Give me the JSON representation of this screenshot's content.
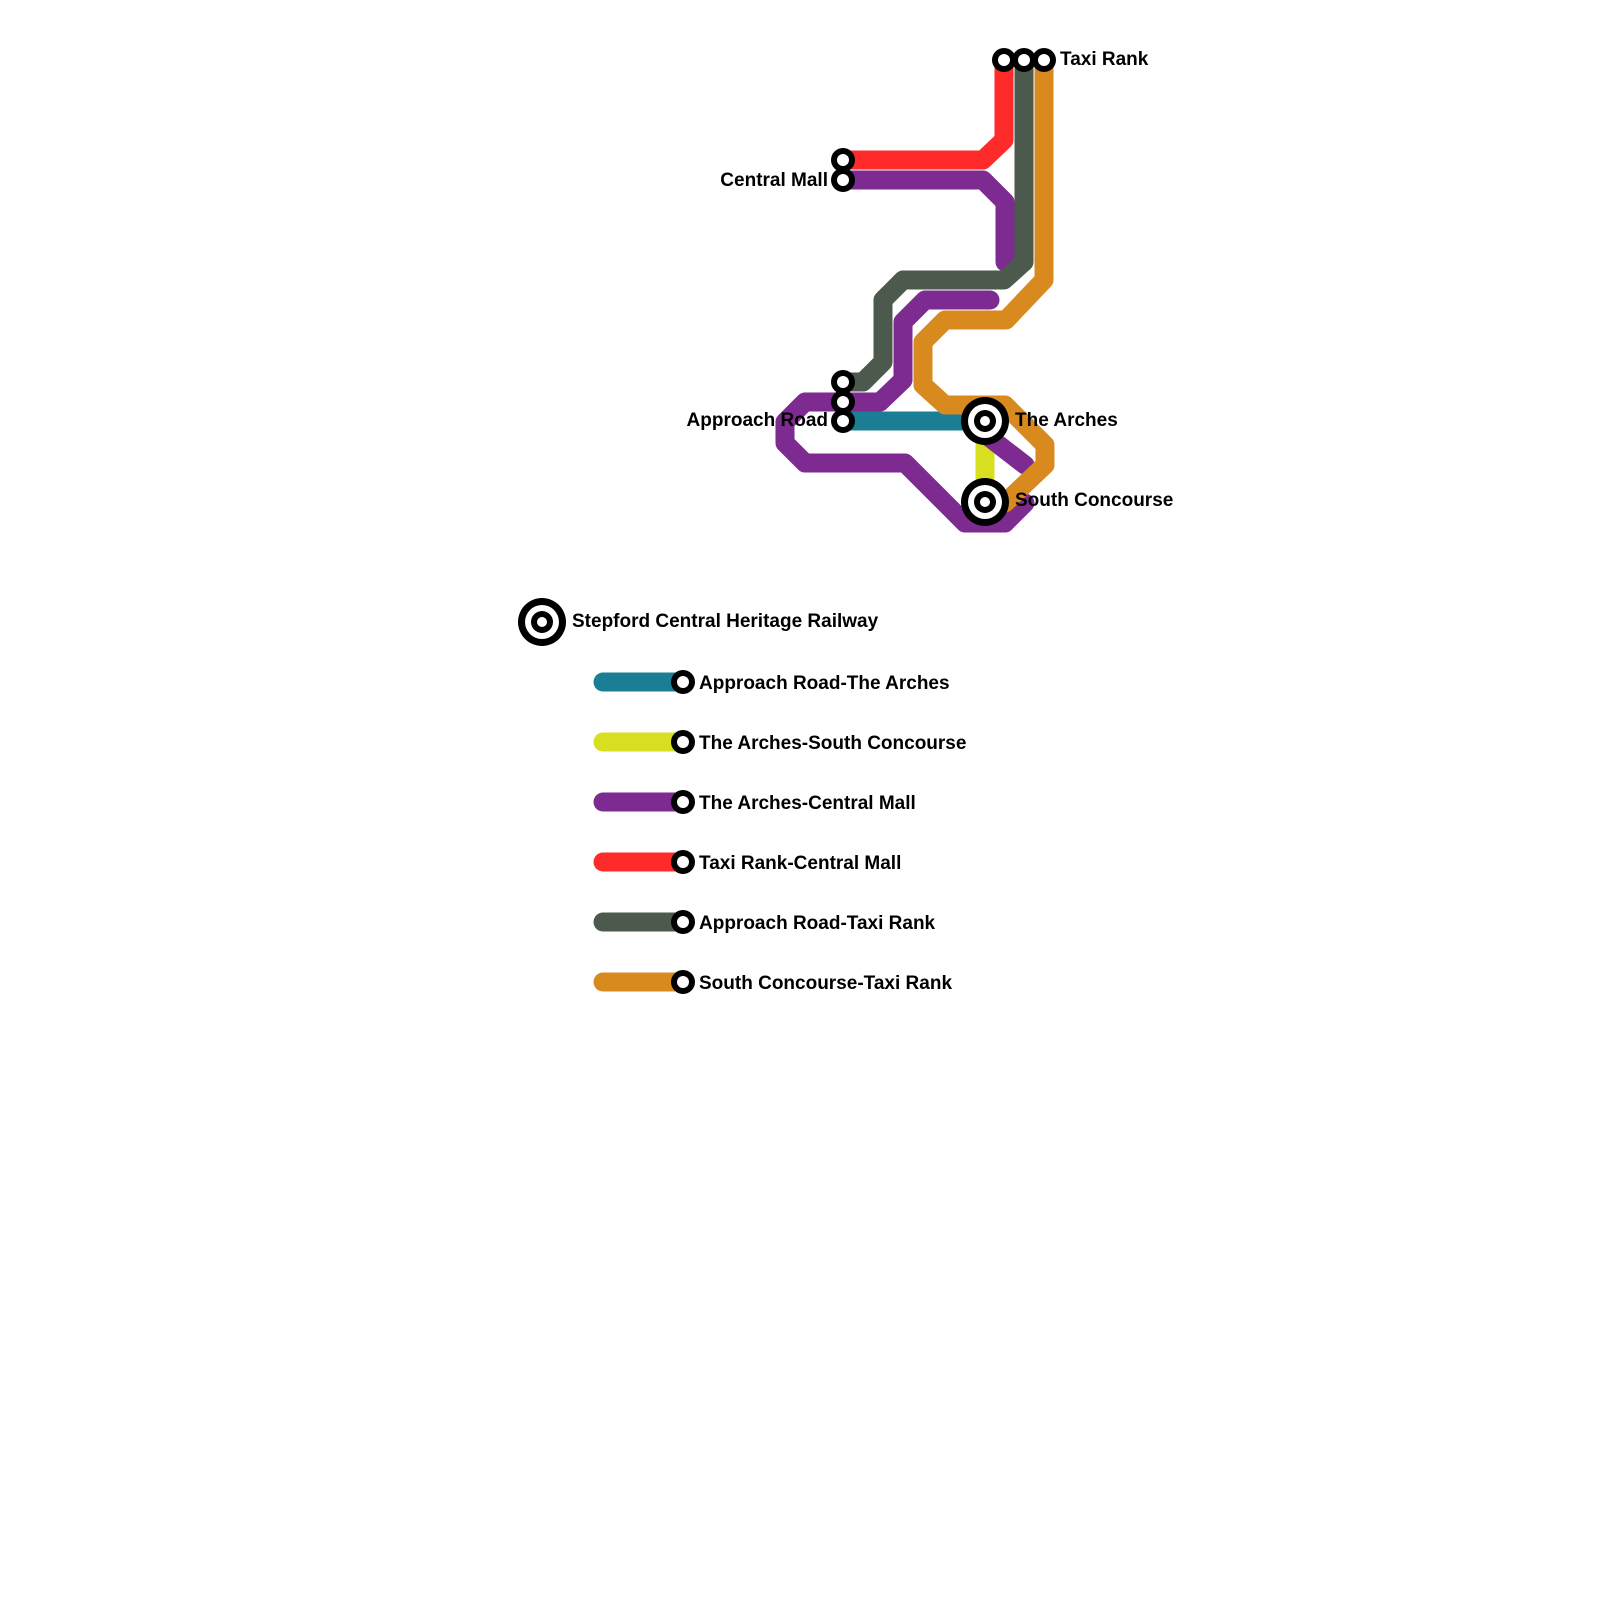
{
  "colors": {
    "approach_arches": "#1a7f94",
    "arches_south": "#d8df20",
    "arches_central": "#7d2a91",
    "taxi_central": "#ff2a2a",
    "approach_taxi": "#4b5a4d",
    "south_taxi": "#d98a1f"
  },
  "stations": {
    "taxi_rank": "Taxi Rank",
    "central_mall": "Central Mall",
    "approach_road": "Approach Road",
    "the_arches": "The Arches",
    "south_concourse": "South Concourse"
  },
  "legend": {
    "railway_name": "Stepford Central Heritage Railway",
    "lines": [
      {
        "label": "Approach Road-The Arches",
        "color": "#1a7f94"
      },
      {
        "label": "The Arches-South Concourse",
        "color": "#d8df20"
      },
      {
        "label": "The Arches-Central Mall",
        "color": "#7d2a91"
      },
      {
        "label": "Taxi Rank-Central Mall",
        "color": "#ff2a2a"
      },
      {
        "label": "Approach Road-Taxi Rank",
        "color": "#4b5a4d"
      },
      {
        "label": "South Concourse-Taxi Rank",
        "color": "#d98a1f"
      }
    ]
  }
}
